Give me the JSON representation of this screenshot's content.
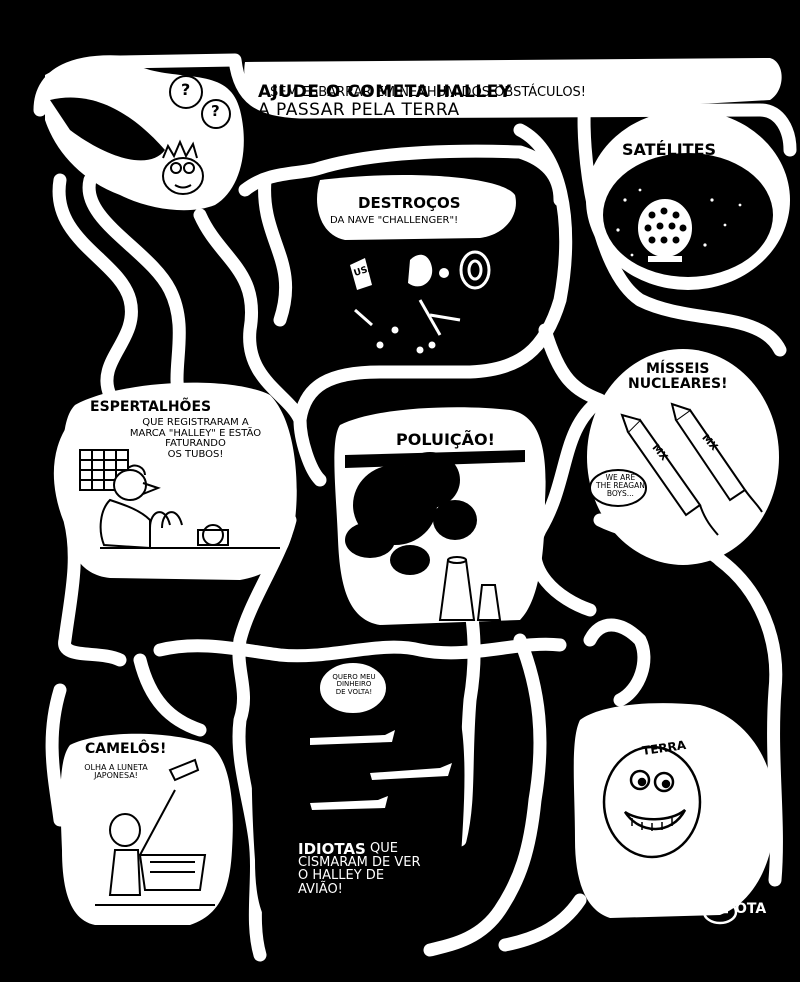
{
  "title": {
    "line1_bold": "AJUDE O COMETA HALLEY",
    "line1_rest": "A PASSAR PELA TERRA",
    "line2": "SEM ESBARRAR EM NENHUM DOS OBSTÁCULOS!"
  },
  "comet": {
    "bubble1": "?",
    "bubble2": "?"
  },
  "satellites": {
    "title": "SATÉLITES",
    "subtitle": "E OUTROS LIXOS!"
  },
  "debris": {
    "title": "DESTROÇOS",
    "subtitle": "DA NAVE \"CHALLENGER\"!",
    "can_label": "USA"
  },
  "missiles": {
    "title": "MÍSSEIS\nNUCLEARES!",
    "speech": "WE ARE\nTHE REAGAN\nBOYS...",
    "label1": "MX",
    "label2": "MX"
  },
  "tricksters": {
    "title": "ESPERTALHÕES",
    "text": "QUE REGISTRARAM A\nMARCA \"HALLEY\" E ESTÃO\nFATURANDO\nOS TUBOS!"
  },
  "pollution": {
    "title": "POLUIÇÃO!"
  },
  "planes": {
    "speech": "QUERO MEU\nDINHEIRO\nDE VOLTA!",
    "title_bold": "IDIOTAS",
    "title_rest": "QUE\nCISMARAM DE VER\nO HALLEY DE\nAVIÃO!"
  },
  "vendors": {
    "title": "CAMELÔS!",
    "speech": "OLHA A LUNETA\nJAPONESA!"
  },
  "earth": {
    "label": "TERRA"
  },
  "signature": {
    "text": "OTA"
  },
  "colors": {
    "ink": "#000000",
    "paper": "#ffffff"
  }
}
